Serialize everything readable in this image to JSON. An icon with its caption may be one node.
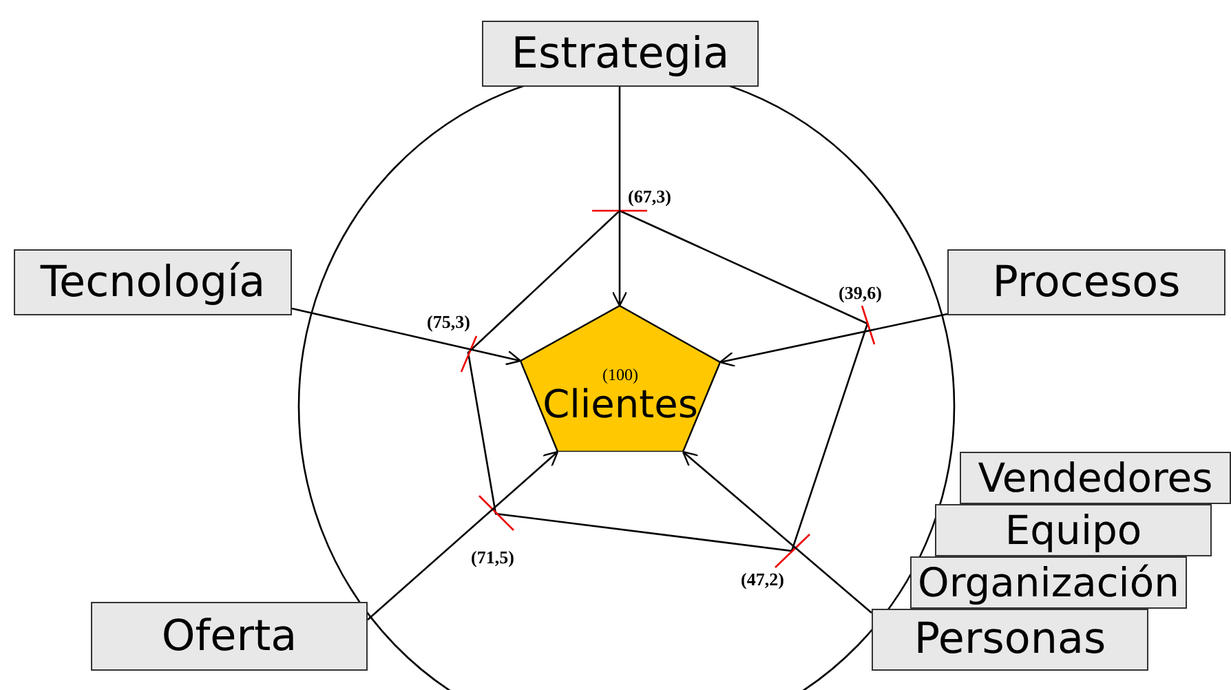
{
  "diagram": {
    "nodes": [
      {
        "text": [
          "Estrategia"
        ]
      },
      {
        "text": [
          "Tecnología"
        ]
      },
      {
        "text": [
          "Procesos"
        ]
      },
      {
        "text": [
          "(100)",
          "Clientes"
        ]
      },
      {
        "text": [
          "Vendedores"
        ]
      },
      {
        "text": [
          "Equipo"
        ]
      },
      {
        "text": [
          "Organización"
        ]
      },
      {
        "text": [
          "Oferta"
        ]
      },
      {
        "text": [
          "Personas"
        ]
      }
    ],
    "edges": [
      {
        "from": 0,
        "to": 3,
        "arrow": "to"
      },
      {
        "from": 1,
        "to": 3,
        "arrow": "to"
      },
      {
        "from": 2,
        "to": 3,
        "arrow": "to"
      },
      {
        "from": 7,
        "to": 3,
        "arrow": "to"
      },
      {
        "from": 8,
        "to": 3,
        "arrow": "to"
      }
    ],
    "labels": [
      "(67,3)",
      "(39,6)",
      "(75,3)",
      "(71,5)",
      "(47,2)"
    ]
  }
}
